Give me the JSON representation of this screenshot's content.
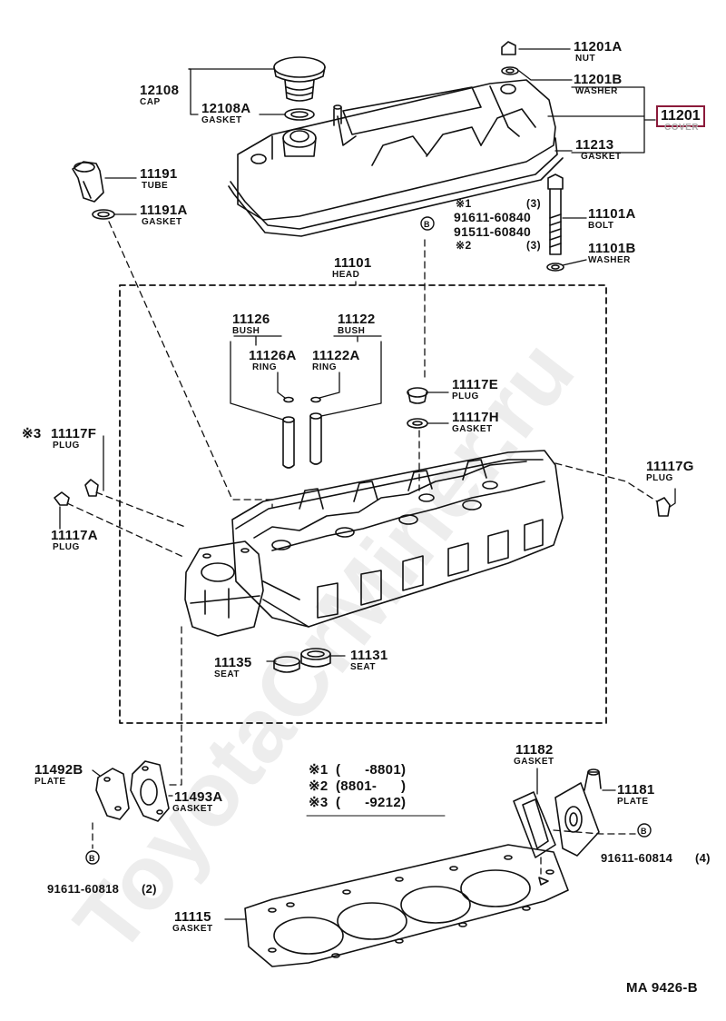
{
  "watermark": "ToyotaCrMiner.ru",
  "figure_code": "MA 9426-B",
  "highlighted": {
    "number": "11201",
    "name": "COVER"
  },
  "parts": {
    "p11201A": {
      "number": "11201A",
      "name": "NUT"
    },
    "p11201B": {
      "number": "11201B",
      "name": "WASHER"
    },
    "p12108": {
      "number": "12108",
      "name": "CAP"
    },
    "p12108A": {
      "number": "12108A",
      "name": "GASKET"
    },
    "p11213": {
      "number": "11213",
      "name": "GASKET"
    },
    "p11191": {
      "number": "11191",
      "name": "TUBE"
    },
    "p11191A": {
      "number": "11191A",
      "name": "GASKET"
    },
    "p11101A": {
      "number": "11101A",
      "name": "BOLT"
    },
    "p11101B": {
      "number": "11101B",
      "name": "WASHER"
    },
    "p11101": {
      "number": "11101",
      "name": "HEAD"
    },
    "p11126": {
      "number": "11126",
      "name": "BUSH"
    },
    "p11122": {
      "number": "11122",
      "name": "BUSH"
    },
    "p11126A": {
      "number": "11126A",
      "name": "RING"
    },
    "p11122A": {
      "number": "11122A",
      "name": "RING"
    },
    "p11117E": {
      "number": "11117E",
      "name": "PLUG"
    },
    "p11117H": {
      "number": "11117H",
      "name": "GASKET"
    },
    "p11117F": {
      "number": "11117F",
      "name": "PLUG",
      "mark": "※3"
    },
    "p11117G": {
      "number": "11117G",
      "name": "PLUG"
    },
    "p11117A": {
      "number": "11117A",
      "name": "PLUG"
    },
    "p11135": {
      "number": "11135",
      "name": "SEAT"
    },
    "p11131": {
      "number": "11131",
      "name": "SEAT"
    },
    "p11182": {
      "number": "11182",
      "name": "GASKET"
    },
    "p11181": {
      "number": "11181",
      "name": "PLATE"
    },
    "p11492B": {
      "number": "11492B",
      "name": "PLATE"
    },
    "p11493A": {
      "number": "11493A",
      "name": "GASKET"
    },
    "p11115": {
      "number": "11115",
      "name": "GASKET"
    }
  },
  "bolts_b": {
    "mark": "B",
    "row1": {
      "mark": "※1",
      "number": "91611-60840",
      "qty": "(3)"
    },
    "row2": {
      "number": "91511-60840",
      "mark": "※2",
      "qty": "(3)"
    }
  },
  "bolt_right": {
    "mark": "B",
    "number": "91611-60814",
    "qty": "(4)"
  },
  "bolt_left": {
    "mark": "B",
    "number": "91611-60818",
    "qty": "(2)"
  },
  "notes": [
    {
      "mark": "※1",
      "range": "(      -8801)"
    },
    {
      "mark": "※2",
      "range": "(8801-      )"
    },
    {
      "mark": "※3",
      "range": "(      -9212)"
    }
  ]
}
